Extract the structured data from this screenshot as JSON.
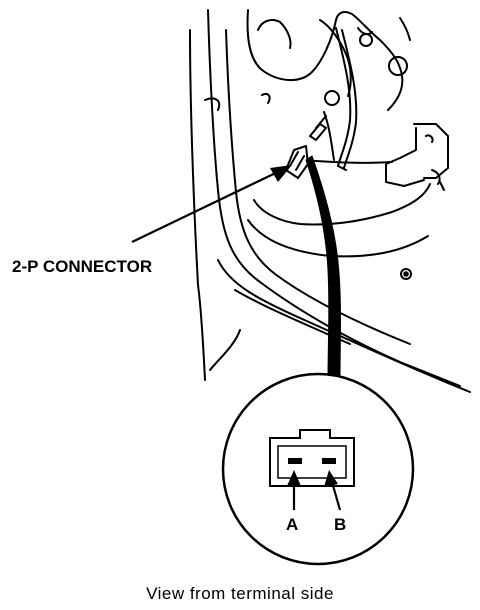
{
  "labels": {
    "connector": "2-P CONNECTOR",
    "terminal_a": "A",
    "terminal_b": "B",
    "caption": "View from terminal side"
  }
}
